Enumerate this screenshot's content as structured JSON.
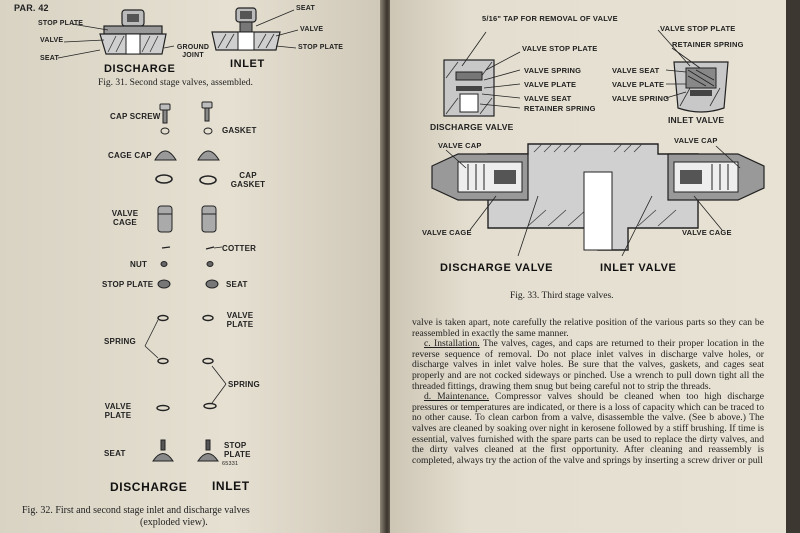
{
  "left_page": {
    "header": "PAR. 42",
    "fig31": {
      "labels": {
        "stop_plate": "STOP PLATE",
        "valve": "VALVE",
        "seat": "SEAT",
        "ground_joint": "GROUND JOINT",
        "seat_r": "SEAT",
        "valve_r": "VALVE",
        "stop_plate_r": "STOP PLATE"
      },
      "discharge": "DISCHARGE",
      "inlet": "INLET",
      "caption": "Fig. 31.  Second stage valves, assembled."
    },
    "fig32": {
      "labels": {
        "cap_screw": "CAP SCREW",
        "gasket": "GASKET",
        "cage_cap": "CAGE CAP",
        "cap_gasket": "CAP GASKET",
        "valve_cage": "VALVE CAGE",
        "cotter": "COTTER",
        "nut": "NUT",
        "stop_plate_l": "STOP PLATE",
        "seat_r": "SEAT",
        "valve_plate_r": "VALVE PLATE",
        "spring_l": "SPRING",
        "spring_r": "SPRING",
        "valve_plate_l": "VALVE PLATE",
        "seat_l": "SEAT",
        "stop_plate_r": "STOP PLATE",
        "fig_number": "65331"
      },
      "discharge": "DISCHARGE",
      "inlet": "INLET",
      "caption_line1": "Fig. 32.  First and second stage inlet and discharge valves",
      "caption_line2": "(exploded view)."
    }
  },
  "right_page": {
    "fig33": {
      "labels": {
        "tap": "5/16\" TAP FOR REMOVAL OF VALVE",
        "valve_stop_plate": "VALVE STOP PLATE",
        "valve_spring": "VALVE SPRING",
        "valve_plate": "VALVE PLATE",
        "valve_seat": "VALVE SEAT",
        "retainer_spring": "RETAINER SPRING",
        "discharge_valve_small": "DISCHARGE VALVE",
        "valve_stop_plate_r": "VALVE STOP PLATE",
        "retainer_spring_r": "RETAINER SPRING",
        "valve_seat_r": "VALVE SEAT",
        "valve_plate_r": "VALVE PLATE",
        "valve_spring_r": "VALVE SPRING",
        "inlet_valve_small": "INLET VALVE",
        "valve_cap_l": "VALVE CAP",
        "valve_cap_r": "VALVE CAP",
        "valve_cage_l": "VALVE CAGE",
        "valve_cage_r": "VALVE CAGE"
      },
      "discharge_valve": "DISCHARGE VALVE",
      "inlet_valve": "INLET VALVE",
      "caption": "Fig. 33.  Third stage valves."
    },
    "text": {
      "p1": "valve is taken apart, note carefully the relative position of the various parts so they can be reassembled in exactly the same manner.",
      "p2_head": "c. Installation.",
      "p2": " The valves, cages, and caps are returned to their proper location in the reverse sequence of removal. Do not place inlet valves in discharge valve holes, or discharge valves in inlet valve holes. Be sure that the valves, gaskets, and cages seat properly and are not cocked sideways or pinched. Use a wrench to pull down tight all the threaded fittings, drawing them snug but being careful not to strip the threads.",
      "p3_head": "d. Maintenance.",
      "p3": " Compressor valves should be cleaned when too high discharge pressures or temperatures are indicated, or there is a loss of capacity which can be traced to no other cause. To clean carbon from a valve, disassemble the valve. (See b above.) The valves are cleaned by soaking over night in kerosene followed by a stiff brushing. If time is essential, valves furnished with the spare parts can be used to replace the dirty valves, and the dirty valves cleaned at the first opportunity. After cleaning and reassembly is completed, always try the action of the valve and springs by inserting a screw driver or pull"
    }
  }
}
